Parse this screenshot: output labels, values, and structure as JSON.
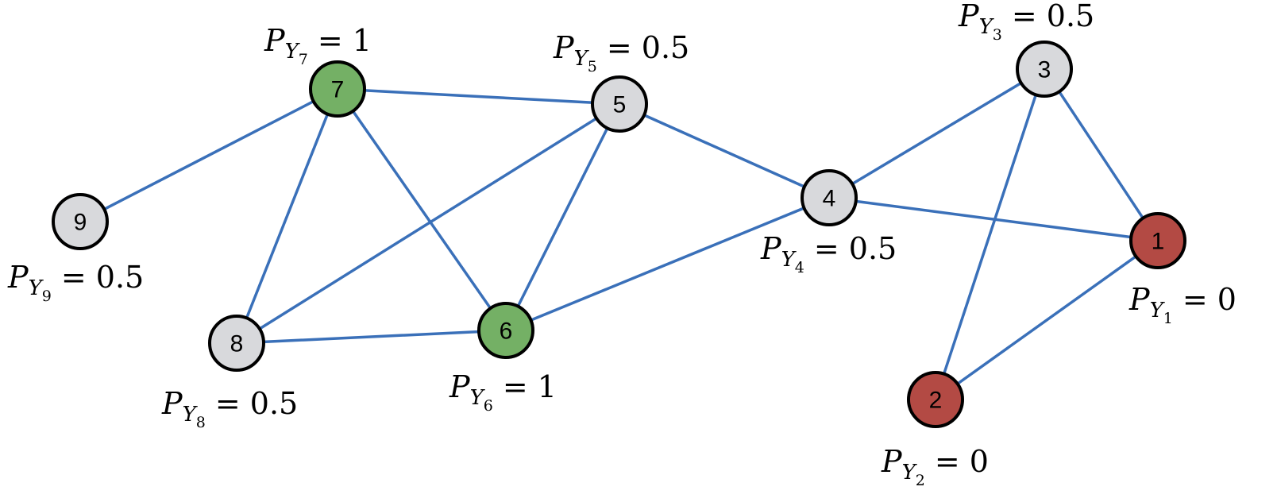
{
  "colors": {
    "edge": "#3a70b9",
    "observed_zero": "#b34a44",
    "observed_one": "#74b065",
    "unlabeled": "#d8d9dc"
  },
  "nodes": [
    {
      "id": "1",
      "label": {
        "symbol": "P",
        "sub": "Y",
        "subsub": "1",
        "eq": "= 0"
      },
      "value": 0,
      "state": "observed_zero"
    },
    {
      "id": "2",
      "label": {
        "symbol": "P",
        "sub": "Y",
        "subsub": "2",
        "eq": "= 0"
      },
      "value": 0,
      "state": "observed_zero"
    },
    {
      "id": "3",
      "label": {
        "symbol": "P",
        "sub": "Y",
        "subsub": "3",
        "eq": "= 0.5"
      },
      "value": 0.5,
      "state": "unlabeled"
    },
    {
      "id": "4",
      "label": {
        "symbol": "P",
        "sub": "Y",
        "subsub": "4",
        "eq": "= 0.5"
      },
      "value": 0.5,
      "state": "unlabeled"
    },
    {
      "id": "5",
      "label": {
        "symbol": "P",
        "sub": "Y",
        "subsub": "5",
        "eq": "= 0.5"
      },
      "value": 0.5,
      "state": "unlabeled"
    },
    {
      "id": "6",
      "label": {
        "symbol": "P",
        "sub": "Y",
        "subsub": "6",
        "eq": "= 1"
      },
      "value": 1,
      "state": "observed_one"
    },
    {
      "id": "7",
      "label": {
        "symbol": "P",
        "sub": "Y",
        "subsub": "7",
        "eq": "= 1"
      },
      "value": 1,
      "state": "observed_one"
    },
    {
      "id": "8",
      "label": {
        "symbol": "P",
        "sub": "Y",
        "subsub": "8",
        "eq": "= 0.5"
      },
      "value": 0.5,
      "state": "unlabeled"
    },
    {
      "id": "9",
      "label": {
        "symbol": "P",
        "sub": "Y",
        "subsub": "9",
        "eq": "= 0.5"
      },
      "value": 0.5,
      "state": "unlabeled"
    }
  ],
  "edges": [
    [
      "7",
      "5"
    ],
    [
      "7",
      "9"
    ],
    [
      "7",
      "8"
    ],
    [
      "7",
      "6"
    ],
    [
      "5",
      "8"
    ],
    [
      "5",
      "6"
    ],
    [
      "5",
      "4"
    ],
    [
      "8",
      "6"
    ],
    [
      "6",
      "4"
    ],
    [
      "4",
      "3"
    ],
    [
      "4",
      "1"
    ],
    [
      "3",
      "1"
    ],
    [
      "3",
      "2"
    ],
    [
      "1",
      "2"
    ]
  ]
}
